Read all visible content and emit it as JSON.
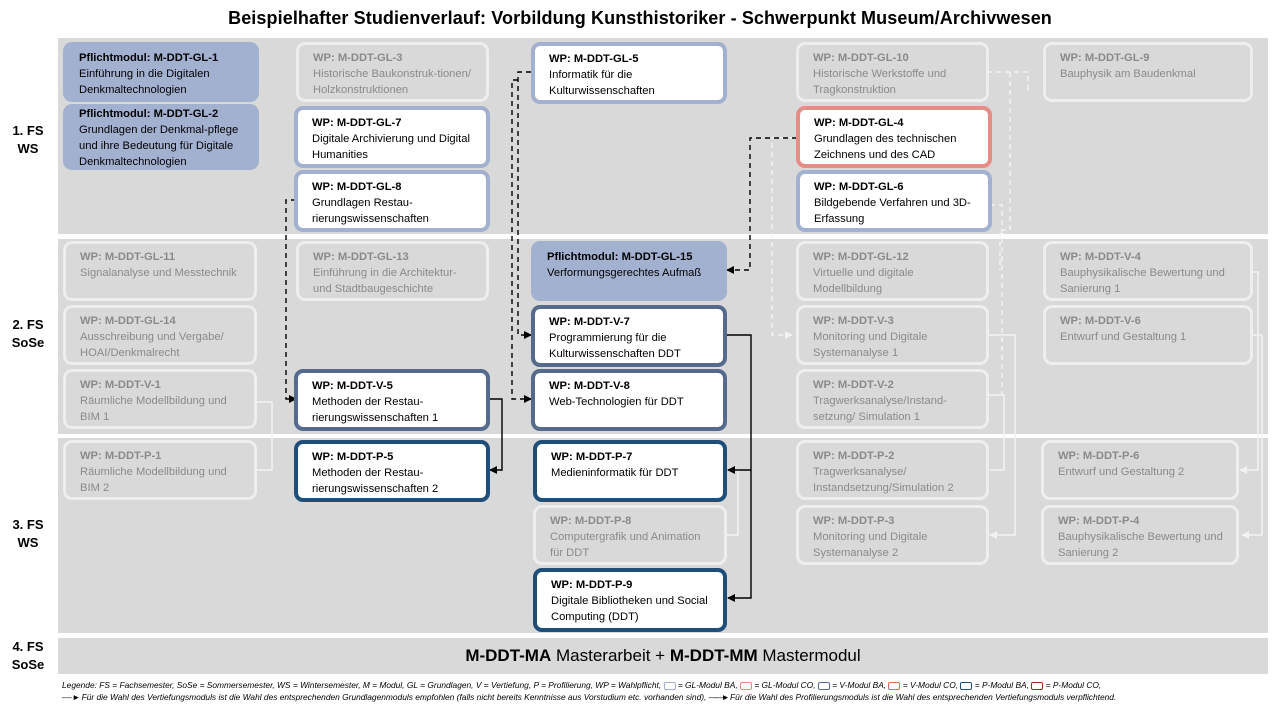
{
  "title": "Beispielhafter Studienverlauf: Vorbildung  Kunsthistoriker  - Schwerpunkt Museum/Archivwesen",
  "semesters": [
    {
      "line1": "1. FS",
      "line2": "WS"
    },
    {
      "line1": "2. FS",
      "line2": "SoSe"
    },
    {
      "line1": "3. FS",
      "line2": "WS"
    },
    {
      "line1": "4. FS",
      "line2": "SoSe"
    }
  ],
  "modules": {
    "gl1": {
      "code": "Pflichtmodul: M-DDT-GL-1",
      "text": "Einführung in die Digitalen Denkmaltechnologien"
    },
    "gl2": {
      "code": "Pflichtmodul: M-DDT-GL-2",
      "text": "Grundlagen der Denkmal-pflege und ihre Bedeutung für Digitale Denkmaltechnologien"
    },
    "gl3": {
      "code": "WP: M-DDT-GL-3",
      "text": "Historische Baukonstruk-tionen/ Holzkonstruktionen"
    },
    "gl7": {
      "code": "WP: M-DDT-GL-7",
      "text": "Digitale Archivierung und Digital Humanities"
    },
    "gl8": {
      "code": "WP: M-DDT-GL-8",
      "text": "Grundlagen Restau-rierungswissenschaften"
    },
    "gl5": {
      "code": "WP: M-DDT-GL-5",
      "text": "Informatik für die Kulturwissenschaften"
    },
    "gl10": {
      "code": "WP: M-DDT-GL-10",
      "text": "Historische Werkstoffe und Tragkonstruktion"
    },
    "gl4": {
      "code": "WP: M-DDT-GL-4",
      "text": "Grundlagen des technischen Zeichnens und des CAD"
    },
    "gl6": {
      "code": "WP: M-DDT-GL-6",
      "text": "Bildgebende Verfahren und 3D-Erfassung"
    },
    "gl9": {
      "code": "WP: M-DDT-GL-9",
      "text": "Bauphysik am Baudenkmal"
    },
    "gl11": {
      "code": "WP: M-DDT-GL-11",
      "text": "Signalanalyse und Messtechnik"
    },
    "gl14": {
      "code": "WP: M-DDT-GL-14",
      "text": "Ausschreibung und Vergabe/ HOAI/Denkmalrecht"
    },
    "v1": {
      "code": "WP: M-DDT-V-1",
      "text": "Räumliche Modellbildung und BIM 1"
    },
    "gl13": {
      "code": "WP: M-DDT-GL-13",
      "text": "Einführung in die Architektur- und Stadtbaugeschichte"
    },
    "v5": {
      "code": "WP: M-DDT-V-5",
      "text": "Methoden  der Restau-rierungswissenschaften 1"
    },
    "gl15": {
      "code": "Pflichtmodul:  M-DDT-GL-15",
      "text": "Verformungsgerechtes Aufmaß"
    },
    "v7": {
      "code": "WP: M-DDT-V-7",
      "text": "Programmierung für die Kulturwissenschaften DDT"
    },
    "v8": {
      "code": "WP: M-DDT-V-8",
      "text": "Web-Technologien für DDT"
    },
    "gl12": {
      "code": "WP: M-DDT-GL-12",
      "text": "Virtuelle und digitale Modellbildung"
    },
    "v3": {
      "code": "WP: M-DDT-V-3",
      "text": "Monitoring und Digitale Systemanalyse 1"
    },
    "v2": {
      "code": "WP: M-DDT-V-2",
      "text": "Tragwerksanalyse/Instand-setzung/ Simulation 1"
    },
    "v4": {
      "code": "WP: M-DDT-V-4",
      "text": "Bauphysikalische Bewertung und Sanierung 1"
    },
    "v6": {
      "code": "WP: M-DDT-V-6",
      "text": "Entwurf und Gestaltung 1"
    },
    "p1": {
      "code": "WP: M-DDT-P-1",
      "text": "Räumliche Modellbildung und BIM 2"
    },
    "p5": {
      "code": "WP: M-DDT-P-5",
      "text": "Methoden  der Restau-rierungswissenschaften 2"
    },
    "p7": {
      "code": "WP: M-DDT-P-7",
      "text": "Medieninformatik für DDT"
    },
    "p8": {
      "code": "WP: M-DDT-P-8",
      "text": "Computergrafik und Animation für DDT"
    },
    "p9": {
      "code": "WP: M-DDT-P-9",
      "text": "Digitale Bibliotheken und Social Computing (DDT)"
    },
    "p2": {
      "code": "WP: M-DDT-P-2",
      "text": "Tragwerksanalyse/ Instandsetzung/Simulation 2"
    },
    "p3": {
      "code": "WP: M-DDT-P-3",
      "text": "Monitoring und Digitale Systemanalyse 2"
    },
    "p6": {
      "code": "WP: M-DDT-P-6",
      "text": "Entwurf und Gestaltung 2"
    },
    "p4": {
      "code": "WP: M-DDT-P-4",
      "text": "Bauphysikalische Bewertung und Sanierung 2"
    }
  },
  "master": {
    "code1": "M-DDT-MA",
    "text1": "Masterarbeit + ",
    "code2": "M-DDT-MM",
    "text2": "Mastermodul"
  },
  "legend": {
    "line1": "Legende: FS = Fachsemester, SoSe = Sommersemester, WS = Wintersemester, M = Modul, GL = Grundlagen, V = Vertiefung, P = Profilierung, WP = Wahlpflicht,",
    "k1": "= GL-Modul BA,",
    "k2": "= GL-Modul CO,",
    "k3": "= V-Modul BA,",
    "k4": "= V-Modul CO,",
    "k5": "= P-Modul BA,",
    "k6": "= P-Modul CO,",
    "line2a": "Für die Wahl des Vertiefungsmoduls ist die Wahl des entsprechenden Grundlagenmoduls empfohlen (falls nicht bereits Kenntnisse aus Vorstudium etc. vorhanden sind),",
    "line2b": "Für die Wahl des Profilierungsmoduls ist die Wahl des entsprechenden Vertiefungsmoduls verpflichtend.",
    "colors": {
      "gl_ba": "#a3b1d0",
      "gl_co": "#e58d86",
      "v_ba": "#566b8c",
      "v_co": "#e06b4f",
      "p_ba": "#1f4e79",
      "p_co": "#9b2a1b"
    }
  }
}
